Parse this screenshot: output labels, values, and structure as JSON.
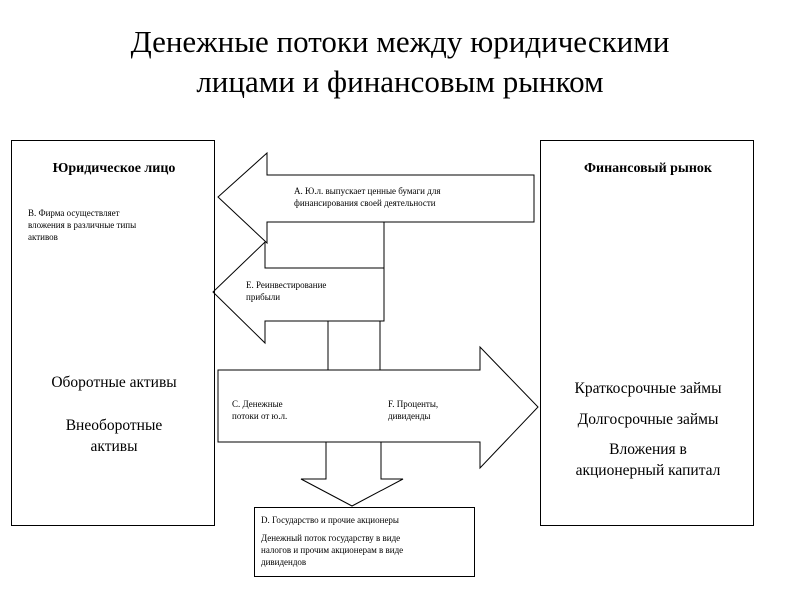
{
  "title": {
    "line1": "Денежные потоки между юридическими",
    "line2": "лицами и финансовым рынком"
  },
  "legal_entity": {
    "heading": "Юридическое лицо",
    "note_b": [
      "В. Фирма осуществляет",
      "вложения в различные типы",
      "активов"
    ],
    "current_assets": "Оборотные активы",
    "fixed_assets": [
      "Внеоборотные",
      "активы"
    ]
  },
  "financial_market": {
    "heading": "Финансовый рынок",
    "items": [
      "Краткосрочные займы",
      "Долгосрочные займы"
    ],
    "equity": [
      "Вложения в",
      "акционерный капитал"
    ]
  },
  "arrows": {
    "a": [
      "А. Ю.л. выпускает ценные бумаги для",
      "финансирования своей деятельности"
    ],
    "e": [
      "Е. Реинвестирование",
      "прибыли"
    ],
    "c": [
      "С. Денежные",
      "потоки от ю.л."
    ],
    "f": [
      "F. Проценты,",
      "дивиденды"
    ]
  },
  "state_box": {
    "heading": "D. Государство и прочие акционеры",
    "text": [
      "Денежный поток государству в виде",
      "налогов и прочим акционерам в виде",
      "дивидендов"
    ]
  }
}
